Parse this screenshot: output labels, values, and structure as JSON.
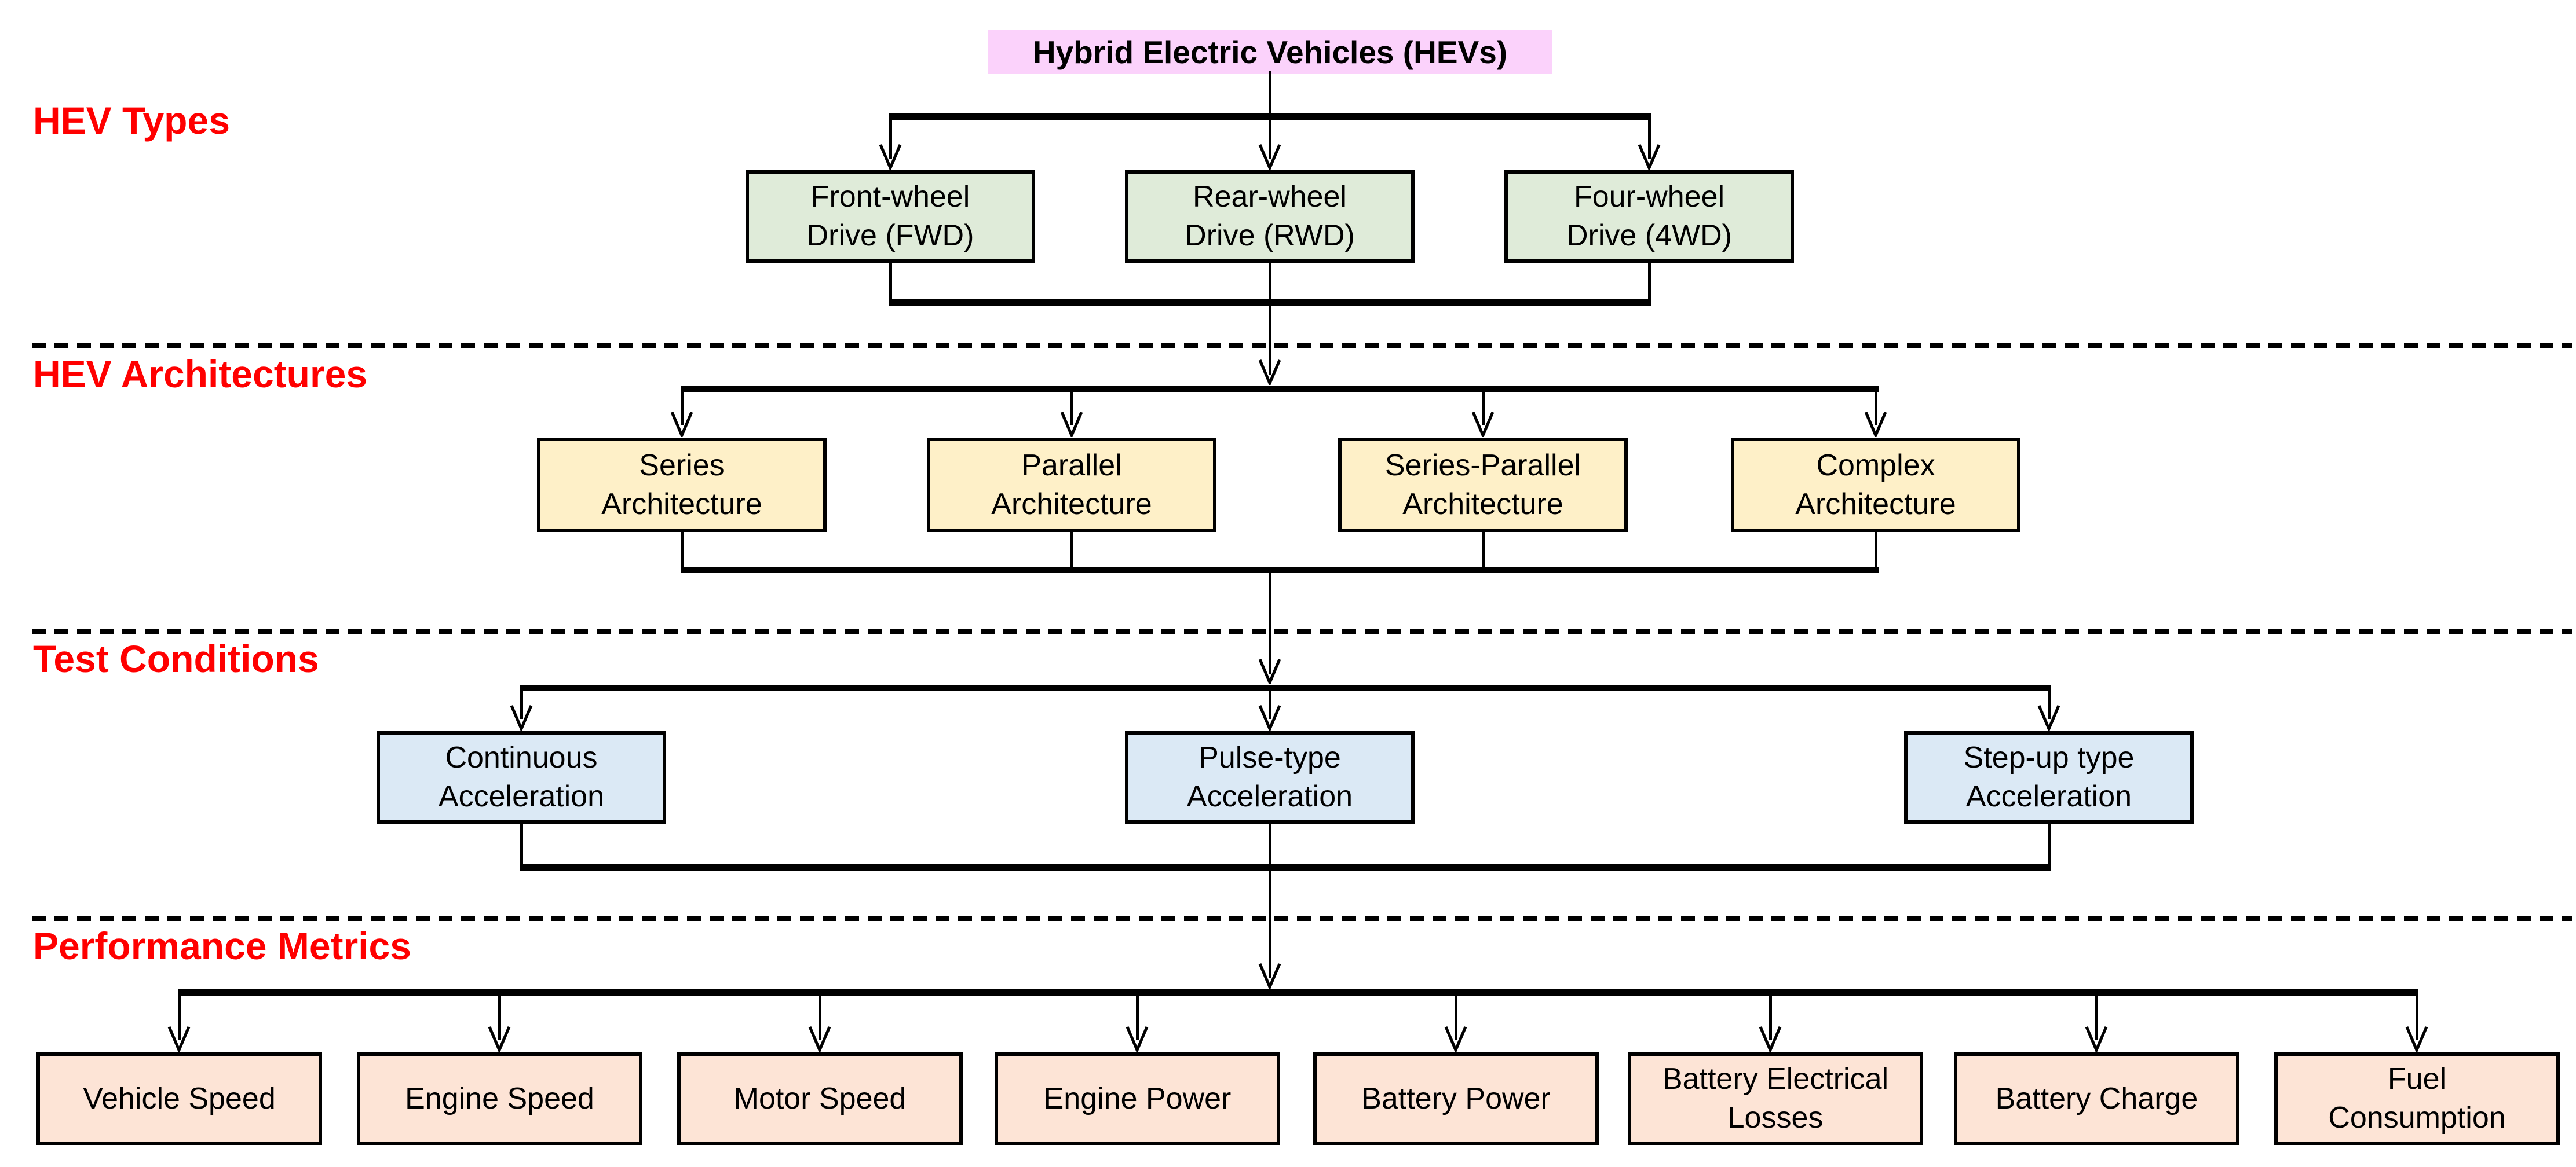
{
  "title": {
    "label": "Hybrid Electric Vehicles (HEVs)",
    "bg_color": "#FBD2FB"
  },
  "line_color": "#000000",
  "section_label_color": "#FF0000",
  "sections": [
    {
      "label": "HEV Types",
      "box_bg": "#DFEBD9",
      "boxes": [
        {
          "label": "Front-wheel\nDrive (FWD)"
        },
        {
          "label": "Rear-wheel\nDrive (RWD)"
        },
        {
          "label": "Four-wheel\nDrive (4WD)"
        }
      ]
    },
    {
      "label": "HEV Architectures",
      "box_bg": "#FEF0C8",
      "boxes": [
        {
          "label": "Series\nArchitecture"
        },
        {
          "label": "Parallel\nArchitecture"
        },
        {
          "label": "Series-Parallel\nArchitecture"
        },
        {
          "label": "Complex\nArchitecture"
        }
      ]
    },
    {
      "label": "Test Conditions",
      "box_bg": "#DBE9F5",
      "boxes": [
        {
          "label": "Continuous\nAcceleration"
        },
        {
          "label": "Pulse-type\nAcceleration"
        },
        {
          "label": "Step-up type\nAcceleration"
        }
      ]
    },
    {
      "label": "Performance Metrics",
      "box_bg": "#FDE4D6",
      "boxes": [
        {
          "label": "Vehicle Speed"
        },
        {
          "label": "Engine Speed"
        },
        {
          "label": "Motor Speed"
        },
        {
          "label": "Engine Power"
        },
        {
          "label": "Battery Power"
        },
        {
          "label": "Battery Electrical\nLosses"
        },
        {
          "label": "Battery Charge"
        },
        {
          "label": "Fuel\nConsumption"
        }
      ]
    }
  ]
}
